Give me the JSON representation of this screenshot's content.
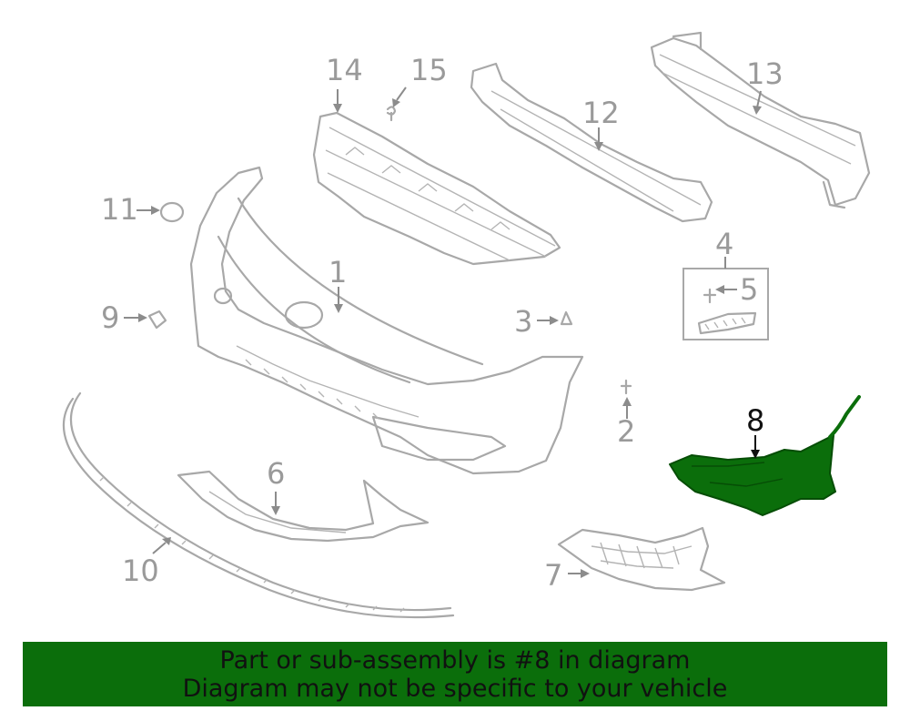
{
  "diagram": {
    "callouts": [
      "1",
      "2",
      "3",
      "4",
      "5",
      "6",
      "7",
      "8",
      "9",
      "10",
      "11",
      "12",
      "13",
      "14",
      "15"
    ],
    "highlighted_part": "8",
    "highlight_color": "#0b6e0b",
    "part_color": "#a8a8a8"
  },
  "banner": {
    "line1": "Part or sub-assembly is #8 in diagram",
    "line2": "Diagram may not be specific to your vehicle",
    "background": "#0b6e0b"
  }
}
